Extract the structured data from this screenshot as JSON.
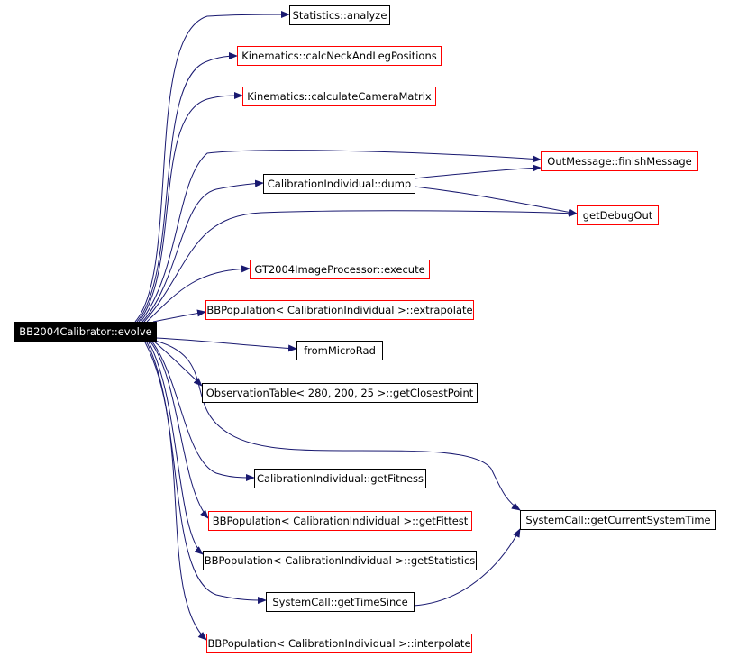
{
  "colors": {
    "edge": "#191970",
    "node_border_default": "#000000",
    "node_border_external": "#ff0000",
    "root_fill": "#000000",
    "root_text": "#ffffff",
    "node_fill": "#ffffff",
    "node_text": "#000000"
  },
  "root": {
    "id": "root",
    "label": "BB2004Calibrator::evolve"
  },
  "nodes": [
    {
      "id": "n-statistics-analyze",
      "label": "Statistics::analyze",
      "border": "black"
    },
    {
      "id": "n-kinematics-calcneck",
      "label": "Kinematics::calcNeckAndLegPositions",
      "border": "red"
    },
    {
      "id": "n-kinematics-camera",
      "label": "Kinematics::calculateCameraMatrix",
      "border": "red"
    },
    {
      "id": "n-outmessage-finish",
      "label": "OutMessage::finishMessage",
      "border": "red"
    },
    {
      "id": "n-calibration-dump",
      "label": "CalibrationIndividual::dump",
      "border": "black"
    },
    {
      "id": "n-getdebugout",
      "label": "getDebugOut",
      "border": "red"
    },
    {
      "id": "n-gt2004-execute",
      "label": "GT2004ImageProcessor::execute",
      "border": "red"
    },
    {
      "id": "n-bbpop-extrapolate",
      "label": "BBPopulation< CalibrationIndividual >::extrapolate",
      "border": "red"
    },
    {
      "id": "n-frommicrorad",
      "label": "fromMicroRad",
      "border": "black"
    },
    {
      "id": "n-observation-closest",
      "label": "ObservationTable< 280, 200, 25 >::getClosestPoint",
      "border": "black"
    },
    {
      "id": "n-calibration-fitness",
      "label": "CalibrationIndividual::getFitness",
      "border": "black"
    },
    {
      "id": "n-bbpop-fittest",
      "label": "BBPopulation< CalibrationIndividual >::getFittest",
      "border": "red"
    },
    {
      "id": "n-systemcall-current",
      "label": "SystemCall::getCurrentSystemTime",
      "border": "black"
    },
    {
      "id": "n-bbpop-statistics",
      "label": "BBPopulation< CalibrationIndividual >::getStatistics",
      "border": "black"
    },
    {
      "id": "n-systemcall-since",
      "label": "SystemCall::getTimeSince",
      "border": "black"
    },
    {
      "id": "n-bbpop-interpolate",
      "label": "BBPopulation< CalibrationIndividual >::interpolate",
      "border": "red"
    }
  ],
  "edges": [
    {
      "from": "root",
      "to": "n-statistics-analyze"
    },
    {
      "from": "root",
      "to": "n-kinematics-calcneck"
    },
    {
      "from": "root",
      "to": "n-kinematics-camera"
    },
    {
      "from": "root",
      "to": "n-outmessage-finish"
    },
    {
      "from": "root",
      "to": "n-calibration-dump"
    },
    {
      "from": "root",
      "to": "n-getdebugout"
    },
    {
      "from": "root",
      "to": "n-gt2004-execute"
    },
    {
      "from": "root",
      "to": "n-bbpop-extrapolate"
    },
    {
      "from": "root",
      "to": "n-frommicrorad"
    },
    {
      "from": "root",
      "to": "n-observation-closest"
    },
    {
      "from": "root",
      "to": "n-systemcall-current"
    },
    {
      "from": "root",
      "to": "n-calibration-fitness"
    },
    {
      "from": "root",
      "to": "n-bbpop-fittest"
    },
    {
      "from": "root",
      "to": "n-bbpop-statistics"
    },
    {
      "from": "root",
      "to": "n-systemcall-since"
    },
    {
      "from": "root",
      "to": "n-bbpop-interpolate"
    },
    {
      "from": "n-calibration-dump",
      "to": "n-outmessage-finish"
    },
    {
      "from": "n-calibration-dump",
      "to": "n-getdebugout"
    },
    {
      "from": "n-systemcall-since",
      "to": "n-systemcall-current"
    }
  ]
}
